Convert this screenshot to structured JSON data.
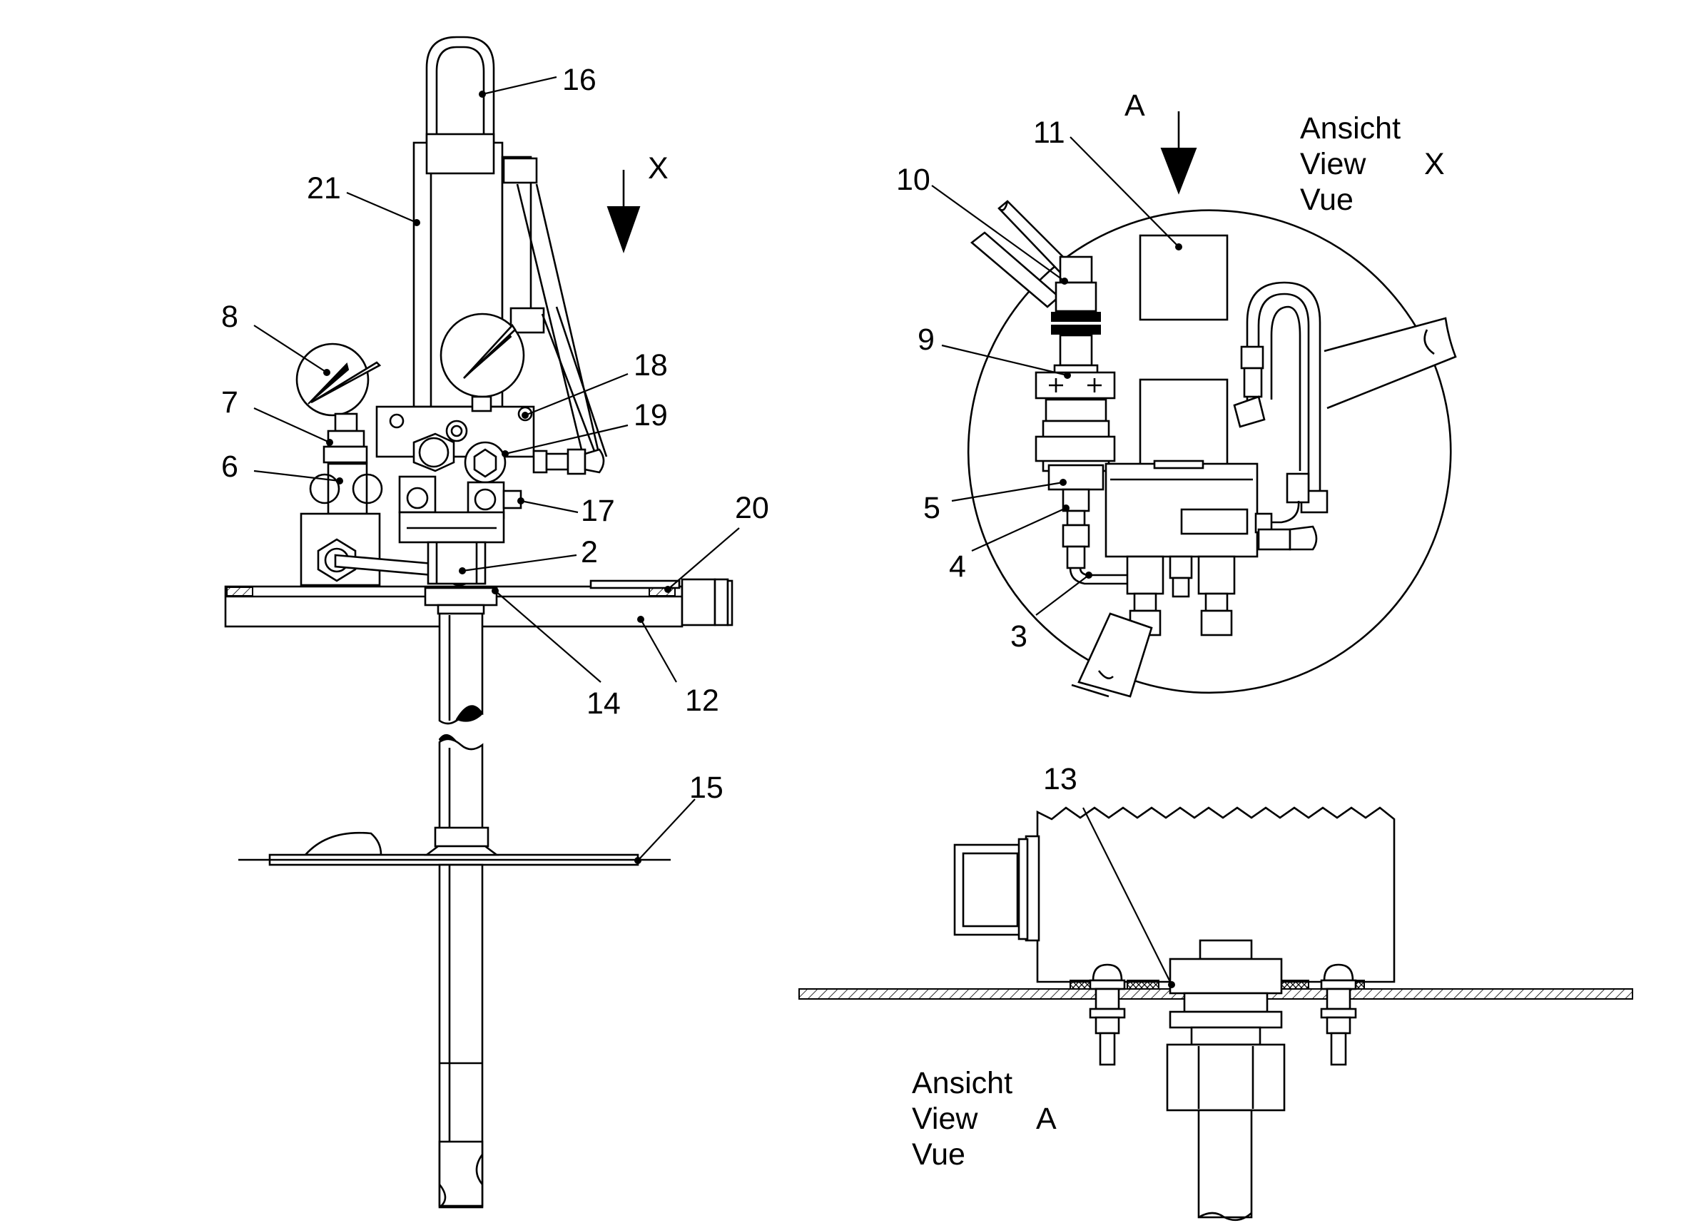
{
  "callouts": {
    "c2": "2",
    "c3": "3",
    "c4": "4",
    "c5": "5",
    "c6": "6",
    "c7": "7",
    "c8": "8",
    "c9": "9",
    "c10": "10",
    "c11": "11",
    "c12": "12",
    "c13": "13",
    "c14": "14",
    "c15": "15",
    "c16": "16",
    "c17": "17",
    "c18": "18",
    "c19": "19",
    "c20": "20",
    "c21": "21"
  },
  "direction_markers": {
    "x": "X",
    "a": "A"
  },
  "view_x": {
    "line1": "Ansicht",
    "line2": "View",
    "line3": "Vue",
    "letter": "X"
  },
  "view_a": {
    "line1": "Ansicht",
    "line2": "View",
    "line3": "Vue",
    "letter": "A"
  }
}
